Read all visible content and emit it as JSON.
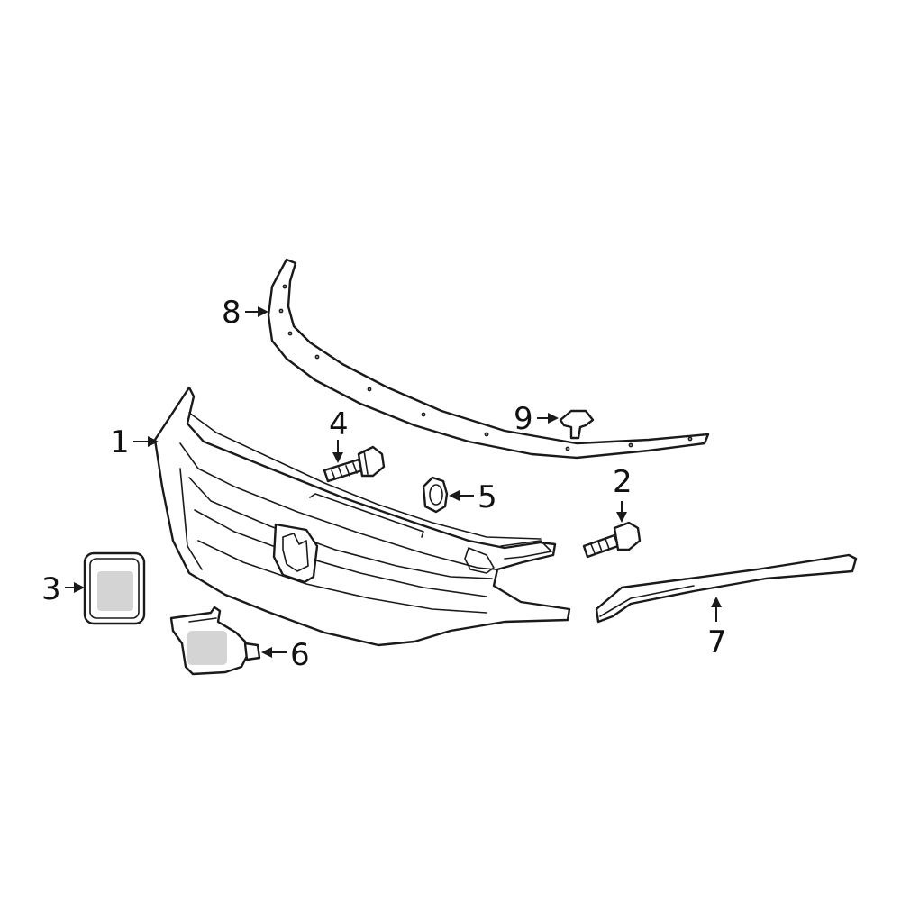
{
  "callouts": {
    "c1": "1",
    "c2": "2",
    "c3": "3",
    "c4": "4",
    "c5": "5",
    "c6": "6",
    "c7": "7",
    "c8": "8",
    "c9": "9"
  },
  "colors": {
    "line": "#1a1a1a",
    "background": "#ffffff",
    "emblem_blur": "#d4d4d4"
  }
}
